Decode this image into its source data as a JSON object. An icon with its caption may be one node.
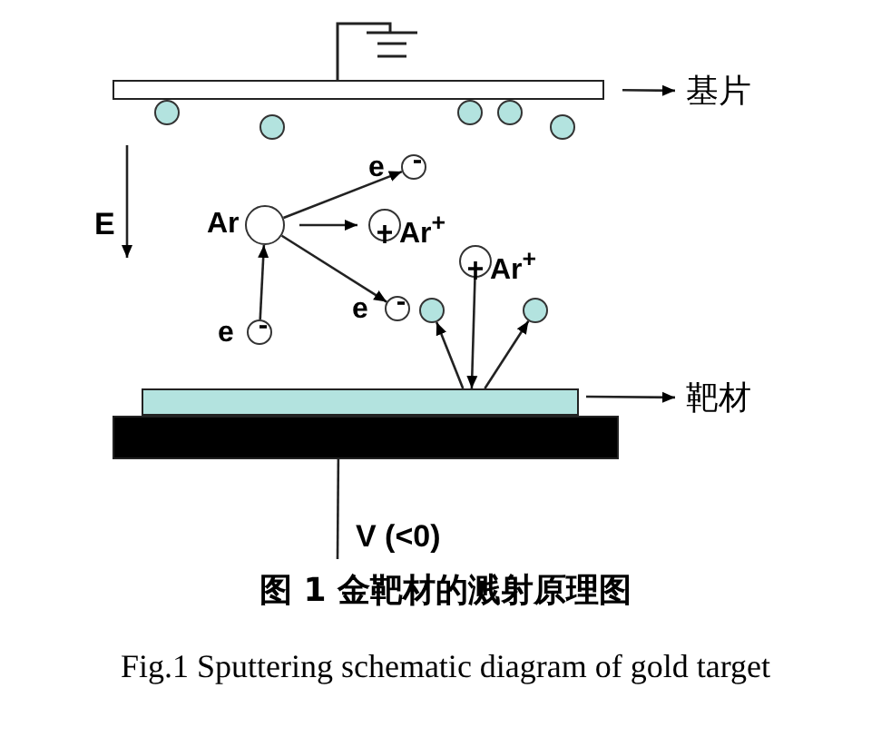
{
  "diagram": {
    "title": "图 1 金靶材的溅射原理图",
    "caption": "Fig.1 Sputtering schematic diagram of gold target",
    "nodes": [
      {
        "text": [],
        "shape": "bar"
      },
      {
        "text": [
          "基片"
        ]
      },
      {
        "text": [],
        "shape": "bar"
      },
      {
        "text": [
          "靶材"
        ]
      },
      {
        "text": [],
        "shape": "circle",
        "beside": [
          "Ar"
        ]
      },
      {
        "text": [],
        "shape": "circle",
        "beside": [
          "e"
        ]
      },
      {
        "text": [],
        "shape": "circle",
        "beside": [
          "e"
        ]
      },
      {
        "text": [],
        "shape": "circle",
        "beside": [
          "Ar$^{+}$"
        ]
      },
      {
        "text": [],
        "shape": "circle",
        "beside": [
          "e"
        ]
      },
      {
        "text": [],
        "shape": "circle",
        "beside": [
          "Ar$^{+}$"
        ]
      },
      {
        "text": [],
        "shape": "circle"
      },
      {
        "text": [],
        "shape": "circle"
      },
      {
        "text": [],
        "shape": "circle"
      },
      {
        "text": [],
        "shape": "circle"
      },
      {
        "text": [],
        "shape": "circle"
      },
      {
        "text": [],
        "shape": "circle"
      },
      {
        "text": [],
        "shape": "circle"
      },
      {
        "text": [],
        "shape": "bar"
      },
      {
        "text": [
          "V (<0)"
        ]
      }
    ],
    "edges": [
      {
        "from": 0,
        "to": 1,
        "arrow": "to"
      },
      {
        "from": 2,
        "to": 3,
        "arrow": "to"
      },
      {
        "from": 5,
        "to": 4,
        "arrow": "to"
      },
      {
        "from": 4,
        "to": 6,
        "arrow": "to"
      },
      {
        "from": 4,
        "to": 7,
        "arrow": "to"
      },
      {
        "from": 4,
        "to": 8,
        "arrow": "to"
      },
      {
        "from": 9,
        "to": 2,
        "arrow": "to"
      },
      {
        "from": 2,
        "to": 10,
        "arrow": "to"
      },
      {
        "from": 2,
        "to": 11,
        "arrow": "to"
      },
      {
        "from": 17,
        "to": 18,
        "arrow": "none"
      }
    ],
    "labels": [
      "E"
    ]
  }
}
